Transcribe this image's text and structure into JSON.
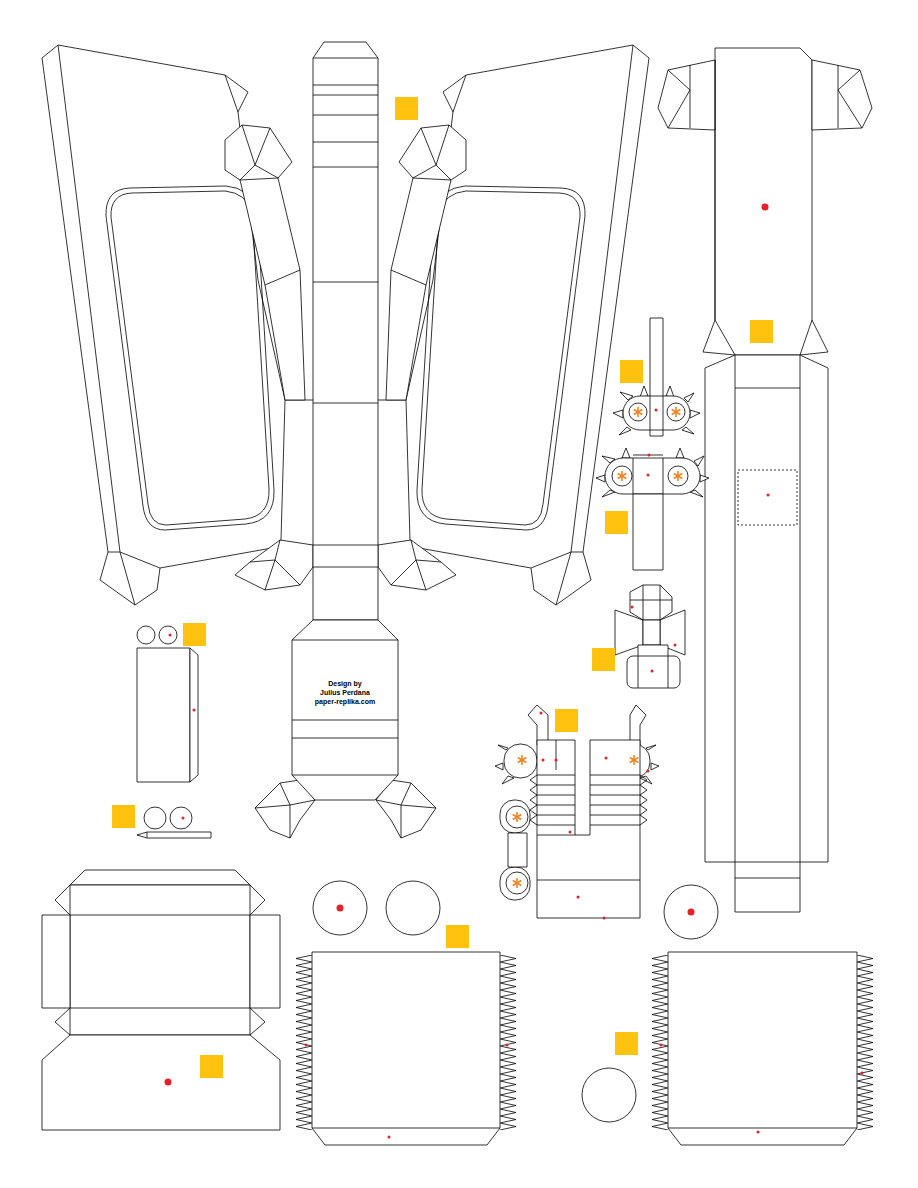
{
  "diagram": {
    "labels": [
      "Design by",
      "Julius Perdana",
      "paper-replika.com"
    ]
  }
}
